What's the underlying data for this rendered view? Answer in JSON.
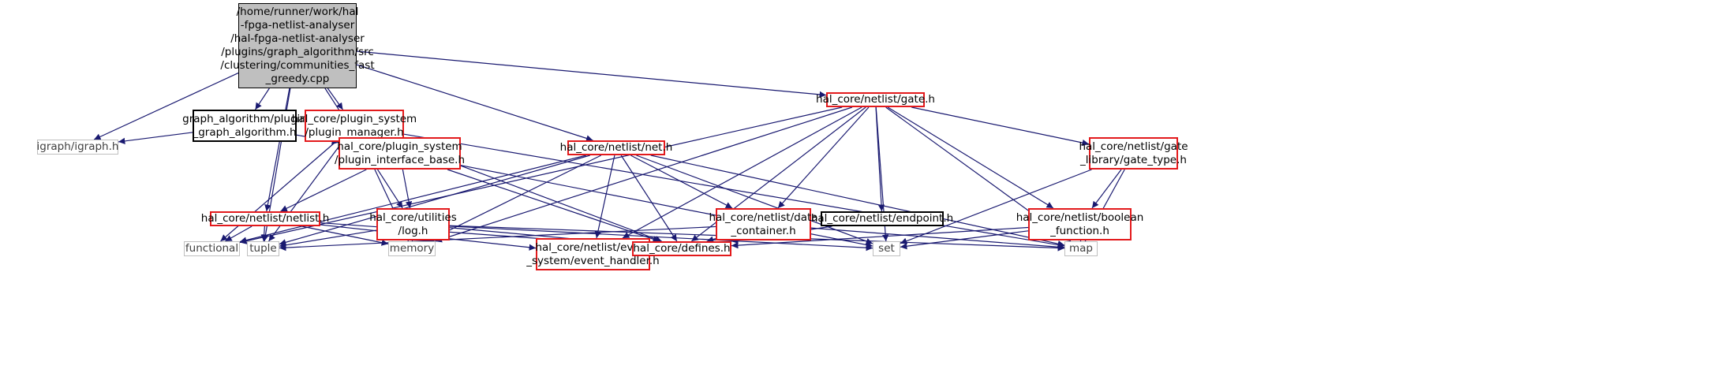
{
  "diagram": {
    "colors": {
      "edge": "#191970",
      "red_border": "#e31a1c",
      "black_border": "#000000",
      "grey_border": "#bfbfbf",
      "root_fill": "#bfbfbf"
    },
    "nodes": [
      {
        "id": "root",
        "kind": "root",
        "label": "/home/runner/work/hal\n-fpga-netlist-analyser\n/hal-fpga-netlist-analyser\n/plugins/graph_algorithm/src\n/clustering/communities_fast\n_greedy.cpp"
      },
      {
        "id": "plugin_graph_algorithm",
        "kind": "black",
        "label": "graph_algorithm/plugin\n_graph_algorithm.h"
      },
      {
        "id": "plugin_manager",
        "kind": "red",
        "label": "hal_core/plugin_system\n/plugin_manager.h"
      },
      {
        "id": "gate",
        "kind": "red",
        "label": "hal_core/netlist/gate.h"
      },
      {
        "id": "igraph",
        "kind": "grey",
        "label": "igraph/igraph.h"
      },
      {
        "id": "plugin_interface_base",
        "kind": "red",
        "label": "hal_core/plugin_system\n/plugin_interface_base.h"
      },
      {
        "id": "net",
        "kind": "red",
        "label": "hal_core/netlist/net.h"
      },
      {
        "id": "gate_type",
        "kind": "red",
        "label": "hal_core/netlist/gate\n_library/gate_type.h"
      },
      {
        "id": "netlist",
        "kind": "red",
        "label": "hal_core/netlist/netlist.h"
      },
      {
        "id": "log",
        "kind": "red",
        "label": "hal_core/utilities\n/log.h"
      },
      {
        "id": "data_container",
        "kind": "red",
        "label": "hal_core/netlist/data\n_container.h"
      },
      {
        "id": "endpoint",
        "kind": "black",
        "label": "hal_core/netlist/endpoint.h"
      },
      {
        "id": "boolean_function",
        "kind": "red",
        "label": "hal_core/netlist/boolean\n_function.h"
      },
      {
        "id": "functional",
        "kind": "grey",
        "label": "functional"
      },
      {
        "id": "tuple",
        "kind": "grey",
        "label": "tuple"
      },
      {
        "id": "memory",
        "kind": "grey",
        "label": "memory"
      },
      {
        "id": "event_handler",
        "kind": "red",
        "label": "hal_core/netlist/event\n_system/event_handler.h"
      },
      {
        "id": "defines",
        "kind": "red",
        "label": "hal_core/defines.h"
      },
      {
        "id": "set",
        "kind": "grey",
        "label": "set"
      },
      {
        "id": "map",
        "kind": "grey",
        "label": "map"
      }
    ],
    "edges": [
      [
        "root",
        "plugin_graph_algorithm"
      ],
      [
        "root",
        "plugin_manager"
      ],
      [
        "root",
        "gate"
      ],
      [
        "root",
        "igraph"
      ],
      [
        "root",
        "net"
      ],
      [
        "root",
        "netlist"
      ],
      [
        "root",
        "log"
      ],
      [
        "root",
        "tuple"
      ],
      [
        "plugin_graph_algorithm",
        "igraph"
      ],
      [
        "plugin_graph_algorithm",
        "plugin_interface_base"
      ],
      [
        "plugin_manager",
        "plugin_interface_base"
      ],
      [
        "plugin_manager",
        "functional"
      ],
      [
        "plugin_manager",
        "tuple"
      ],
      [
        "plugin_manager",
        "memory"
      ],
      [
        "plugin_manager",
        "defines"
      ],
      [
        "plugin_manager",
        "map"
      ],
      [
        "plugin_interface_base",
        "netlist"
      ],
      [
        "plugin_interface_base",
        "log"
      ],
      [
        "plugin_interface_base",
        "defines"
      ],
      [
        "plugin_interface_base",
        "set"
      ],
      [
        "gate",
        "functional"
      ],
      [
        "gate",
        "memory"
      ],
      [
        "gate",
        "event_handler"
      ],
      [
        "gate",
        "data_container"
      ],
      [
        "gate",
        "endpoint"
      ],
      [
        "gate",
        "gate_type"
      ],
      [
        "gate",
        "boolean_function"
      ],
      [
        "gate",
        "defines"
      ],
      [
        "gate",
        "set"
      ],
      [
        "gate",
        "map"
      ],
      [
        "net",
        "functional"
      ],
      [
        "net",
        "tuple"
      ],
      [
        "net",
        "memory"
      ],
      [
        "net",
        "event_handler"
      ],
      [
        "net",
        "defines"
      ],
      [
        "net",
        "data_container"
      ],
      [
        "net",
        "set"
      ],
      [
        "net",
        "map"
      ],
      [
        "netlist",
        "functional"
      ],
      [
        "netlist",
        "tuple"
      ],
      [
        "netlist",
        "memory"
      ],
      [
        "netlist",
        "event_handler"
      ],
      [
        "netlist",
        "defines"
      ],
      [
        "log",
        "tuple"
      ],
      [
        "log",
        "memory"
      ],
      [
        "log",
        "defines"
      ],
      [
        "log",
        "set"
      ],
      [
        "log",
        "map"
      ],
      [
        "data_container",
        "tuple"
      ],
      [
        "data_container",
        "defines"
      ],
      [
        "data_container",
        "map"
      ],
      [
        "endpoint",
        "defines"
      ],
      [
        "gate_type",
        "boolean_function"
      ],
      [
        "gate_type",
        "set"
      ],
      [
        "gate_type",
        "map"
      ],
      [
        "boolean_function",
        "defines"
      ],
      [
        "boolean_function",
        "set"
      ],
      [
        "boolean_function",
        "map"
      ]
    ]
  }
}
